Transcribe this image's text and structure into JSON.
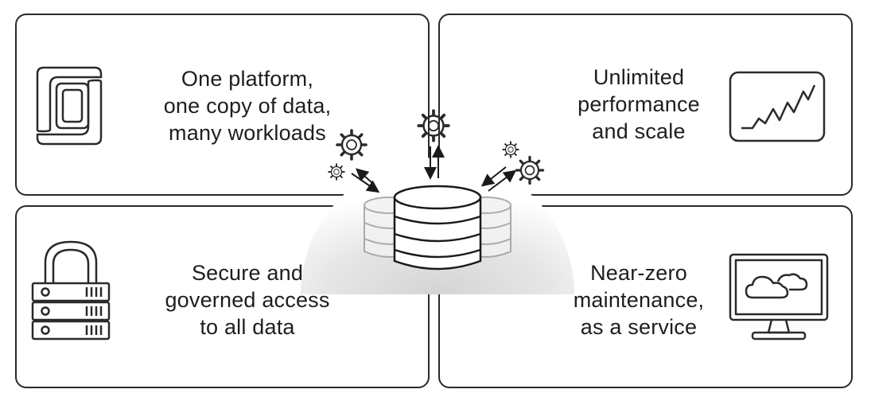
{
  "panels": {
    "top_left": {
      "lines": [
        "One platform,",
        "one copy of data,",
        "many workloads"
      ],
      "icon": "overlapping-squares-icon"
    },
    "top_right": {
      "lines": [
        "Unlimited",
        "performance",
        "and scale"
      ],
      "icon": "line-chart-monitor-icon"
    },
    "bottom_left": {
      "lines": [
        "Secure and",
        "governed access",
        "to all data"
      ],
      "icon": "locked-server-icon"
    },
    "bottom_right": {
      "lines": [
        "Near-zero",
        "maintenance,",
        "as a service"
      ],
      "icon": "cloud-monitor-icon"
    }
  },
  "center": {
    "icon": "database-with-gears-icon"
  },
  "colors": {
    "stroke": "#2a2a2a",
    "background": "#ffffff",
    "hub_gradient_center": "#d9d9d9"
  }
}
